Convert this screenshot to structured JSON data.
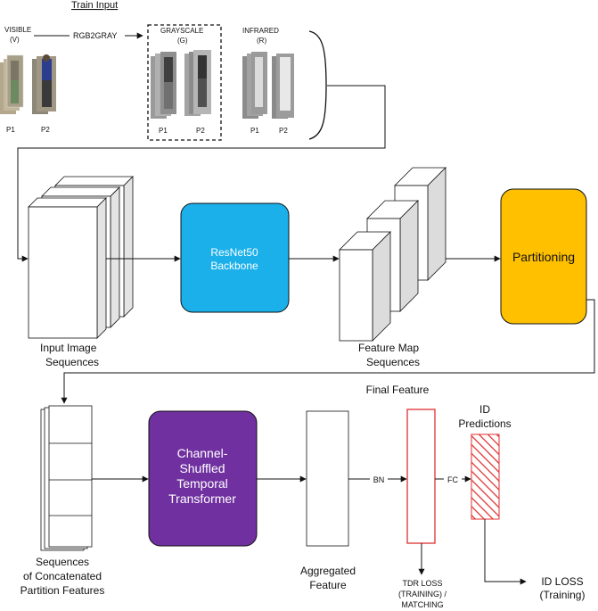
{
  "train_input": {
    "title": "Train Input",
    "visible": {
      "name": "VISIBLE",
      "abbr": "(V)"
    },
    "rgb2gray": "RGB2GRAY",
    "grayscale": {
      "name": "GRAYSCALE",
      "abbr": "(G)"
    },
    "infrared": {
      "name": "INFRARED",
      "abbr": "(R)"
    },
    "p1": "P1",
    "p2": "P2"
  },
  "stage1": {
    "input_label_1": "Input Image",
    "input_label_2": "Sequences",
    "backbone_1": "ResNet50",
    "backbone_2": "Backbone",
    "feature_label_1": "Feature Map",
    "feature_label_2": "Sequences",
    "partitioning": "Partitioning"
  },
  "stage2": {
    "seq_label_1": "Sequences",
    "seq_label_2": "of Concatenated",
    "seq_label_3": "Partition Features",
    "transformer_1": "Channel-",
    "transformer_2": "Shuffled",
    "transformer_3": "Temporal",
    "transformer_4": "Transformer",
    "aggregated_1": "Aggregated",
    "aggregated_2": "Feature",
    "bn": "BN",
    "fc": "FC",
    "final_feature": "Final Feature",
    "id_pred_1": "ID",
    "id_pred_2": "Predictions",
    "tdr_1": "TDR LOSS",
    "tdr_2": "(TRAINING) /",
    "tdr_3": "MATCHING",
    "id_loss_1": "ID LOSS",
    "id_loss_2": "(Training)"
  },
  "colors": {
    "backbone": "#1bb0ea",
    "partitioning": "#ffc000",
    "transformer": "#7030a0",
    "final_feature_border": "#e03030",
    "id_hatch": "#e03030"
  }
}
